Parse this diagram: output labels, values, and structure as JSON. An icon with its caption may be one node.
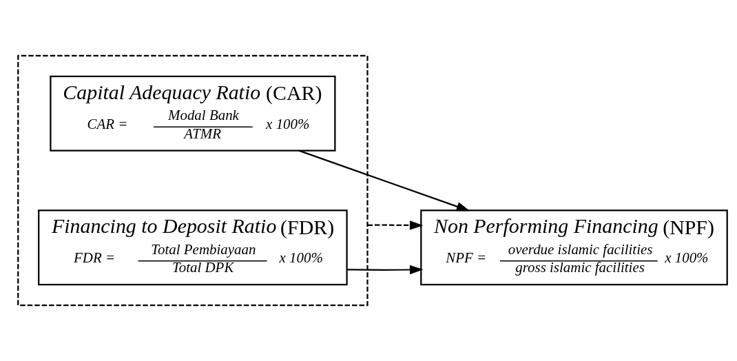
{
  "diagram": {
    "nodes": [
      {
        "text": [],
        "shape": "box"
      },
      {
        "text": [
          "Capital Adequacy Ratio",
          "(CAR)",
          "CAR =",
          "Modal Bank",
          "ATMR",
          "x 100%"
        ],
        "in": 0
      },
      {
        "text": [
          "Financing to Deposit Ratio",
          "(FDR)",
          "FDR =",
          "Total Pembiayaan",
          "Total DPK",
          "x 100%"
        ],
        "in": 0
      },
      {
        "text": [
          "Non Performing Financing",
          "(NPF)",
          "NPF =",
          "overdue islamic facilities",
          "gross islamic facilities",
          "x 100%"
        ]
      }
    ],
    "edges": [
      {
        "from": 1,
        "to": 3,
        "arrow": "to"
      },
      {
        "from": 2,
        "to": 3,
        "arrow": "to"
      },
      {
        "from": 0,
        "to": 3,
        "arrow": "to",
        "style": "dashed"
      }
    ]
  }
}
